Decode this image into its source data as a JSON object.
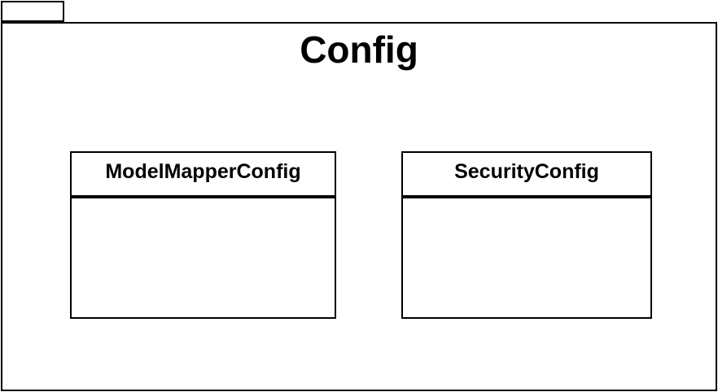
{
  "package": {
    "title": "Config"
  },
  "classes": [
    {
      "name": "ModelMapperConfig"
    },
    {
      "name": "SecurityConfig"
    }
  ]
}
